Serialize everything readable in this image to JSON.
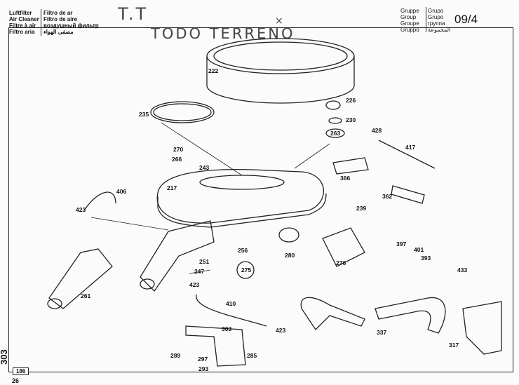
{
  "header": {
    "names_left": [
      "Luftfilter",
      "Air Cleaner",
      "Filtre à air",
      "Filtro aria"
    ],
    "names_right": [
      "Filtro de ar",
      "Filtro de aire",
      "воздушный фильтр",
      "مصفى الهواء"
    ],
    "group_left": [
      "Gruppe",
      "Group",
      "Groupe",
      "Gruppo"
    ],
    "group_right": [
      "Grupo",
      "Grupo",
      "группа",
      "المجموعة"
    ],
    "group_number": "09/4"
  },
  "stamp": {
    "title": "T.T",
    "subtitle": "TODO TERRENO",
    "mark": "×"
  },
  "callouts": [
    "222",
    "226",
    "230",
    "235",
    "263",
    "428",
    "417",
    "270",
    "266",
    "243",
    "217",
    "406",
    "366",
    "362",
    "239",
    "423",
    "397",
    "401",
    "393",
    "256",
    "251",
    "275",
    "247",
    "280",
    "276",
    "433",
    "423",
    "410",
    "261",
    "303",
    "423",
    "337",
    "317",
    "285",
    "289",
    "297",
    "293"
  ],
  "footer": {
    "box_label": "186",
    "page_number": "26",
    "side_number": "303"
  }
}
